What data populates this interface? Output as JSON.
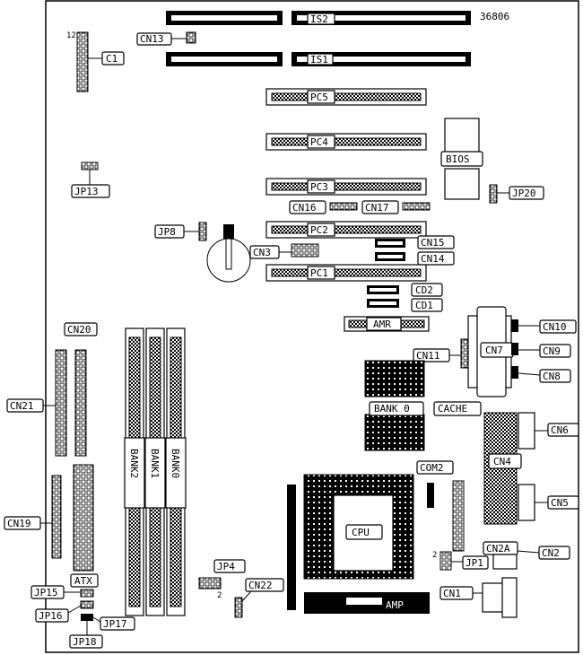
{
  "board_id": "36806",
  "cpu_label": "CPU",
  "amp_label": "AMP",
  "bios_label": "BIOS",
  "cache_label": "CACHE",
  "bank0_label": "BANK 0",
  "atx_label": "ATX",
  "dimm_slots": [
    {
      "name": "dimm-bank2",
      "label": "BANK2"
    },
    {
      "name": "dimm-bank1",
      "label": "BANK1"
    },
    {
      "name": "dimm-bank0",
      "label": "BANK0"
    }
  ],
  "isa_slots": [
    {
      "name": "isa-slot-is2",
      "label": "IS2"
    },
    {
      "name": "isa-slot-is1",
      "label": "IS1"
    }
  ],
  "pci_slots": [
    {
      "name": "pci-slot-pc5",
      "label": "PC5"
    },
    {
      "name": "pci-slot-pc4",
      "label": "PC4"
    },
    {
      "name": "pci-slot-pc3",
      "label": "PC3"
    },
    {
      "name": "pci-slot-pc2",
      "label": "PC2"
    },
    {
      "name": "pci-slot-pc1",
      "label": "PC1"
    }
  ],
  "amr_label": "AMR",
  "callouts": {
    "c1": "C1",
    "cn13": "CN13",
    "jp13": "JP13",
    "jp8": "JP8",
    "cn3": "CN3",
    "cn16": "CN16",
    "cn17": "CN17",
    "cn15": "CN15",
    "cn14": "CN14",
    "cd2": "CD2",
    "cd1": "CD1",
    "jp20": "JP20",
    "cn10": "CN10",
    "cn9": "CN9",
    "cn8": "CN8",
    "cn7": "CN7",
    "cn11": "CN11",
    "cn20": "CN20",
    "cn21": "CN21",
    "cn19": "CN19",
    "cn6": "CN6",
    "cn4": "CN4",
    "cn5": "CN5",
    "com2": "COM2",
    "cn2a": "CN2A",
    "cn2": "CN2",
    "jp1": "JP1",
    "cn1": "CN1",
    "jp4": "JP4",
    "cn22": "CN22",
    "jp15": "JP15",
    "jp16": "JP16",
    "jp17": "JP17",
    "jp18": "JP18"
  },
  "pin_marks": {
    "c1_pin": "12",
    "jp1_pin": "2",
    "jp4_pin": "2"
  }
}
